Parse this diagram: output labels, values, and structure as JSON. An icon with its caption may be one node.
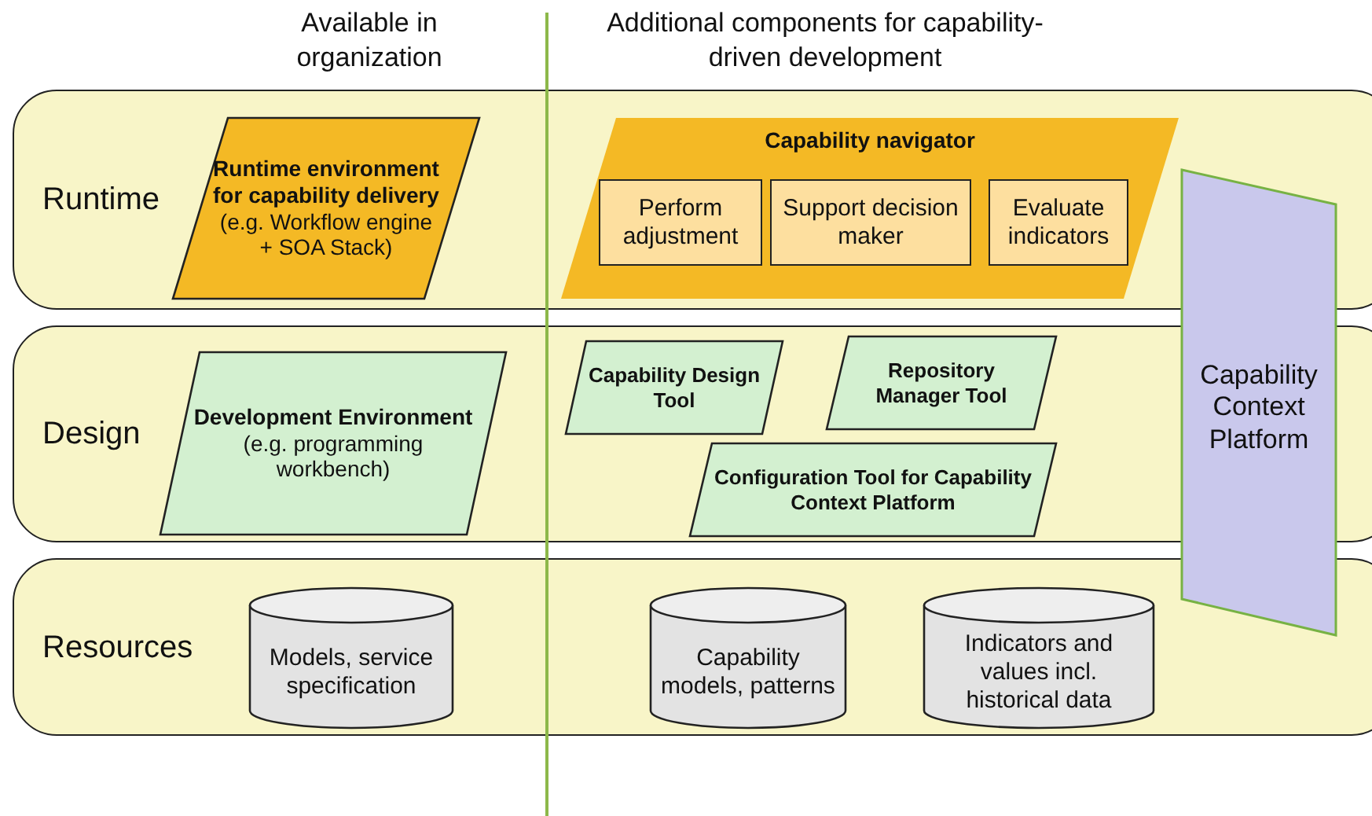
{
  "diagram": {
    "nodes": [
      {
        "text": [
          "Runtime"
        ]
      },
      {
        "text": [
          "Runtime environment for capability delivery",
          "(e.g. Workflow engine + SOA Stack)"
        ],
        "in": 0
      },
      {
        "text": [
          "Capability navigator"
        ],
        "in": 0
      },
      {
        "text": [
          "Perform adjustment"
        ],
        "in": 2
      },
      {
        "text": [
          "Support decision maker"
        ],
        "in": 2
      },
      {
        "text": [
          "Evaluate indicators"
        ],
        "in": 2
      },
      {
        "text": [
          "Design"
        ]
      },
      {
        "text": [
          "Development Environment",
          "(e.g. programming workbench)"
        ],
        "in": 6
      },
      {
        "text": [
          "Capability Design Tool"
        ],
        "in": 6
      },
      {
        "text": [
          "Repository Manager Tool"
        ],
        "in": 6
      },
      {
        "text": [
          "Configuration Tool for Capability Context Platform"
        ],
        "in": 6
      },
      {
        "text": [
          "Resources"
        ]
      },
      {
        "text": [
          "Models, service specification"
        ],
        "in": 11
      },
      {
        "text": [
          "Capability models, patterns"
        ],
        "in": 11
      },
      {
        "text": [
          "Indicators and values incl. historical data"
        ],
        "in": 11
      },
      {
        "text": [
          "Capability Context Platform"
        ]
      }
    ],
    "labels": [
      "Available in organization",
      "Additional components for capability-driven development"
    ]
  }
}
